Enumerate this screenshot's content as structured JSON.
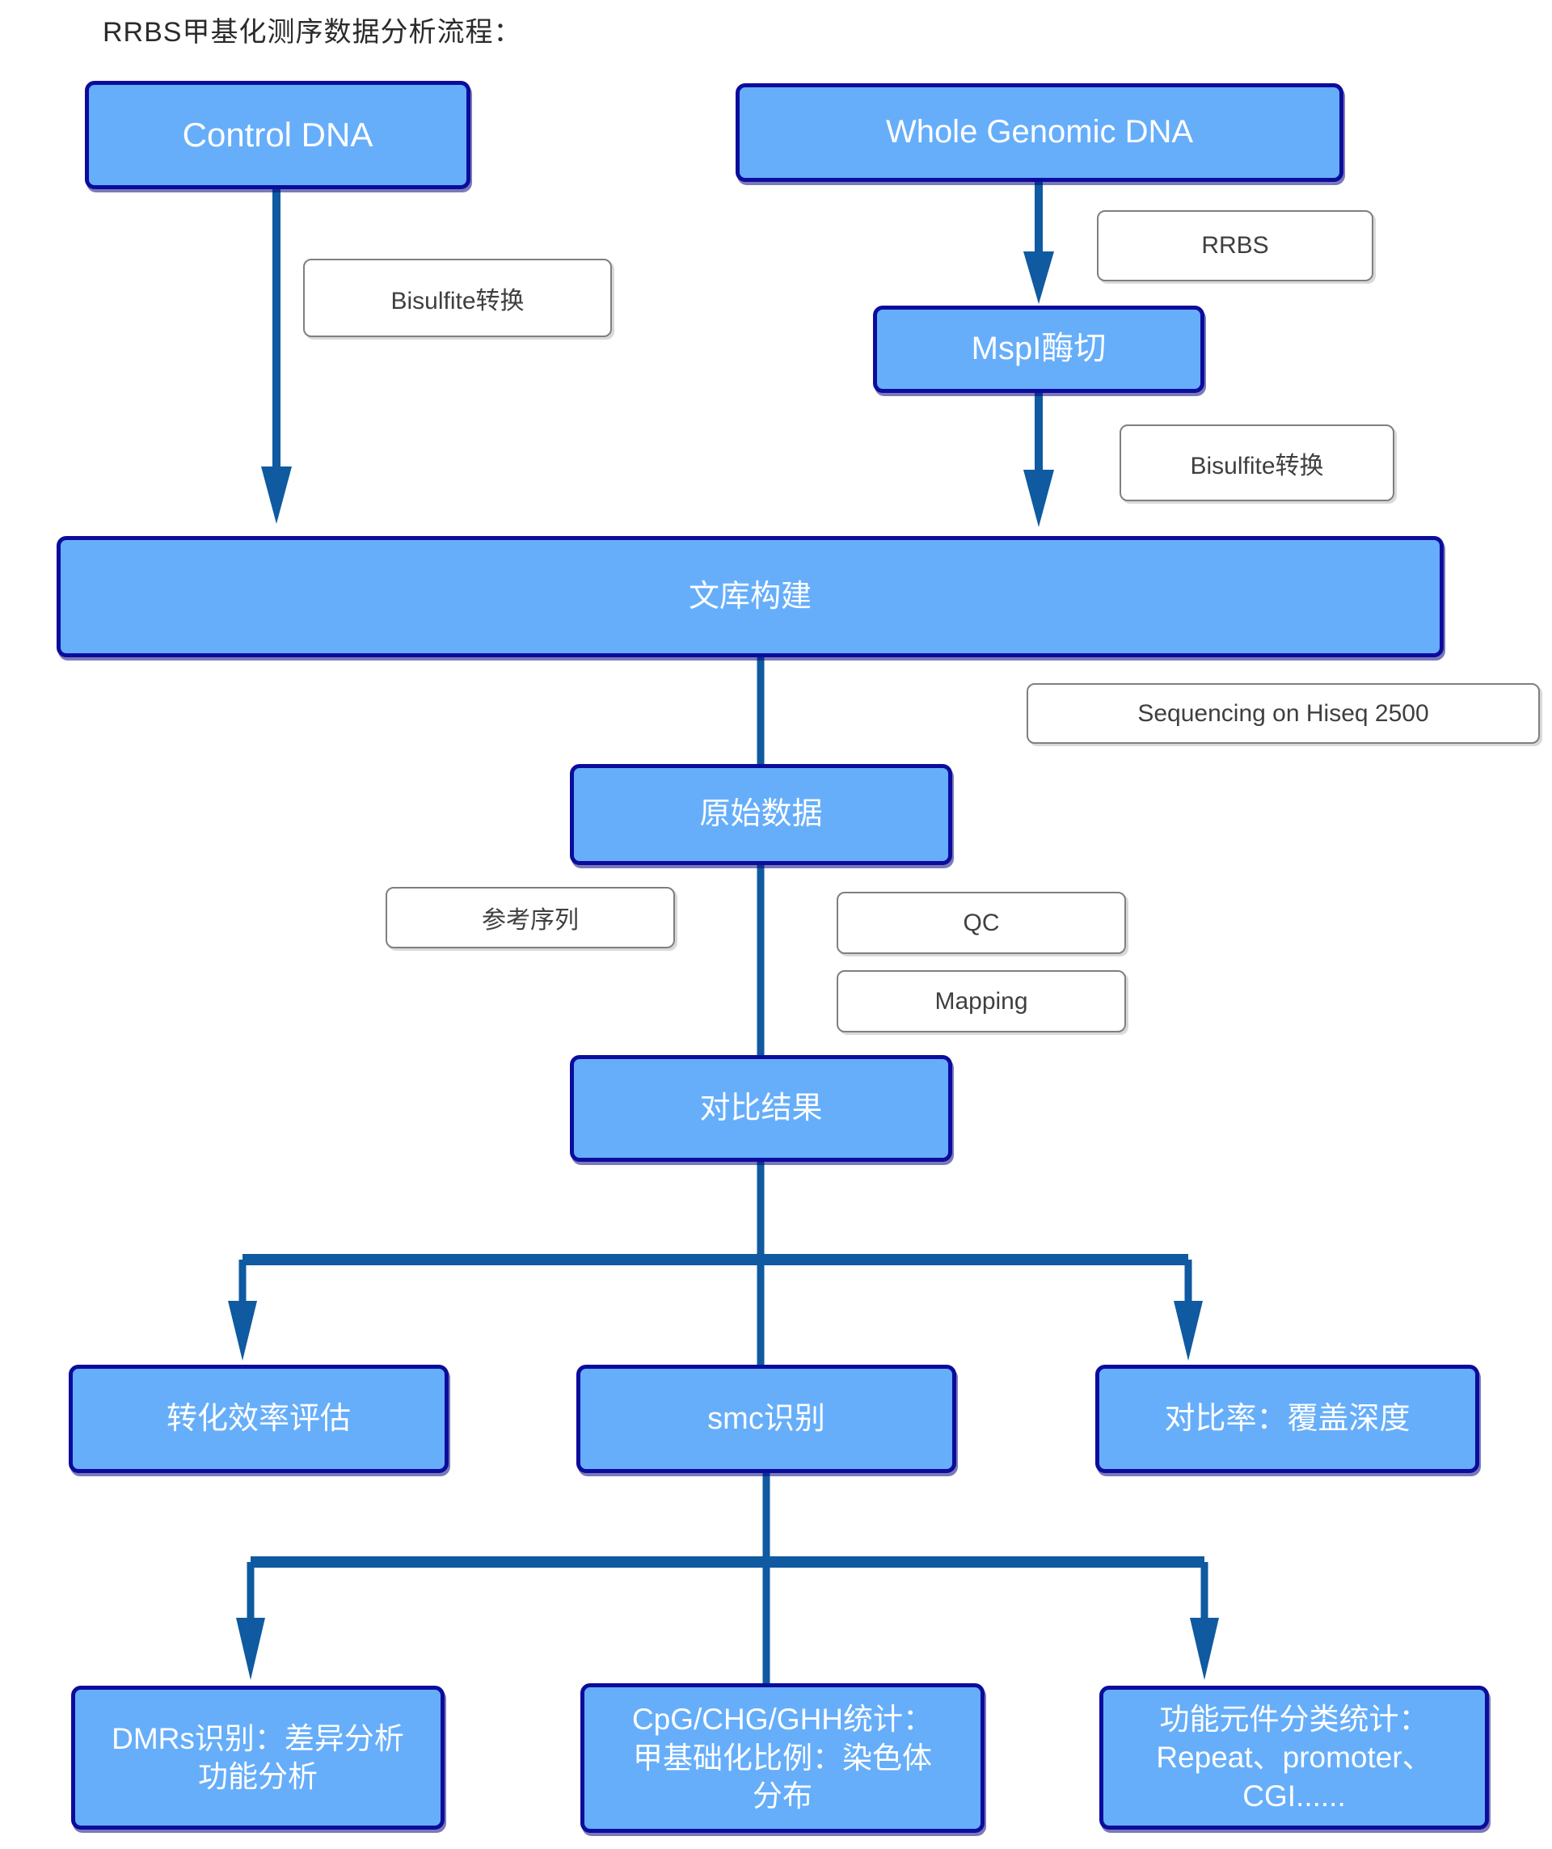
{
  "title": "RRBS甲基化测序数据分析流程：",
  "colors": {
    "node_fill": "#66AEFA",
    "node_border": "#0C0C9C",
    "node_text": "#FFFFFF",
    "connector": "#0F5AA0",
    "label_border": "#7F7F7F",
    "label_text": "#3F3F3F",
    "background": "#FFFFFF"
  },
  "nodes": {
    "control_dna": {
      "label": "Control DNA"
    },
    "whole_genomic_dna": {
      "label": "Whole Genomic DNA"
    },
    "mspi_digestion": {
      "label": "MspI酶切"
    },
    "library_construction": {
      "label": "文库构建"
    },
    "raw_data": {
      "label": "原始数据"
    },
    "alignment_result": {
      "label": "对比结果"
    },
    "conversion_efficiency": {
      "label": "转化效率评估"
    },
    "smc_identification": {
      "label": "smc识别"
    },
    "mapping_rate_coverage": {
      "label": "对比率：覆盖深度"
    },
    "dmrs_identification": {
      "label": "DMRs识别：差异分析\n功能分析"
    },
    "cpg_statistics": {
      "label": "CpG/CHG/GHH统计：\n甲基础化比例：染色体\n分布"
    },
    "functional_elements": {
      "label": "功能元件分类统计：\nRepeat、promoter、\nCGI......"
    }
  },
  "step_labels": {
    "bisulfite_left": "Bisulfite转换",
    "rrbs": "RRBS",
    "bisulfite_right": "Bisulfite转换",
    "sequencing": "Sequencing on Hiseq 2500",
    "reference_sequence": "参考序列",
    "qc": "QC",
    "mapping": "Mapping"
  }
}
